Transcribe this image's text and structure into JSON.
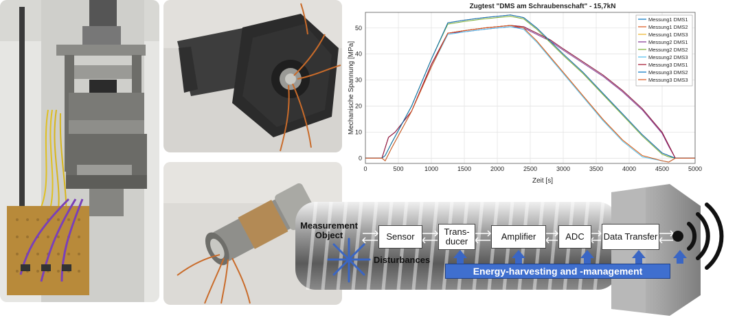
{
  "photos": {
    "test_rig": "test-rig-photo",
    "bolt_head": "bolt-head-photo",
    "sensor_sleeve": "sensor-sleeve-photo"
  },
  "chart_data": {
    "type": "line",
    "title": "Zugtest \"DMS am Schraubenschaft\" - 15,7kN",
    "xlabel": "Zeit [s]",
    "ylabel": "Mechanische Spannung [MPa]",
    "xlim": [
      0,
      5000
    ],
    "ylim": [
      -2,
      56
    ],
    "xticks": [
      0,
      500,
      1000,
      1500,
      2000,
      2500,
      3000,
      3500,
      4000,
      4500,
      5000
    ],
    "yticks": [
      0,
      10,
      20,
      30,
      40,
      50
    ],
    "grid": true,
    "legend_position": "top-right",
    "series": [
      {
        "name": "Messung1 DMS1",
        "color": "#0072bd",
        "x": [
          0,
          250,
          300,
          350,
          450,
          700,
          1000,
          1250,
          1500,
          1800,
          2000,
          2200,
          2400,
          2600,
          2800,
          3000,
          3300,
          3600,
          3900,
          4200,
          4500,
          4600,
          4700,
          5000
        ],
        "y": [
          0,
          0,
          4,
          8,
          10,
          18,
          36,
          48,
          49,
          50,
          50.5,
          51,
          50.5,
          48,
          45.5,
          42,
          37,
          32,
          26,
          19,
          10,
          5,
          0,
          0
        ]
      },
      {
        "name": "Messung1 DMS2",
        "color": "#d95319",
        "x": [
          0,
          250,
          300,
          400,
          700,
          1000,
          1250,
          1500,
          1800,
          2000,
          2200,
          2400,
          2600,
          2800,
          3000,
          3300,
          3600,
          3900,
          4200,
          4500,
          4600,
          4700,
          5000
        ],
        "y": [
          0,
          0,
          1,
          6,
          20,
          38,
          52,
          53,
          54,
          54.5,
          55,
          54,
          50,
          45,
          40,
          33,
          25,
          17,
          9,
          2,
          1,
          0,
          0
        ]
      },
      {
        "name": "Messung1 DMS3",
        "color": "#edb120",
        "x": [
          0,
          250,
          300,
          400,
          700,
          1000,
          1250,
          1500,
          1800,
          2000,
          2200,
          2400,
          2600,
          2800,
          3000,
          3300,
          3600,
          3900,
          4200,
          4500,
          4600,
          4700,
          5000
        ],
        "y": [
          0,
          0,
          -1,
          4,
          18,
          35,
          48,
          49,
          50,
          50.5,
          51,
          50,
          45,
          39,
          33,
          24,
          15,
          7,
          1,
          -1,
          -1.5,
          0,
          0
        ]
      },
      {
        "name": "Messung2 DMS1",
        "color": "#7e2f8e",
        "x": [
          0,
          250,
          300,
          350,
          450,
          700,
          1000,
          1250,
          1500,
          1800,
          2000,
          2200,
          2400,
          2600,
          2800,
          3000,
          3300,
          3600,
          3900,
          4200,
          4500,
          4600,
          4700,
          5000
        ],
        "y": [
          0,
          0,
          4,
          8,
          10,
          18,
          36,
          48,
          48.5,
          49.5,
          50,
          50.5,
          50,
          47.5,
          45,
          41.5,
          36.5,
          31.5,
          25.5,
          18.5,
          9.5,
          4.5,
          0,
          0
        ]
      },
      {
        "name": "Messung2 DMS2",
        "color": "#77ac30",
        "x": [
          0,
          250,
          300,
          400,
          700,
          1000,
          1250,
          1500,
          1800,
          2000,
          2200,
          2400,
          2600,
          2800,
          3000,
          3300,
          3600,
          3900,
          4200,
          4500,
          4600,
          4700,
          5000
        ],
        "y": [
          0,
          0,
          1,
          6,
          20,
          38,
          51.5,
          52.5,
          53.5,
          54,
          54.5,
          53.5,
          49.5,
          44.5,
          39.5,
          32.5,
          24.5,
          16.5,
          8.5,
          1.5,
          0.5,
          0,
          0
        ]
      },
      {
        "name": "Messung2 DMS3",
        "color": "#4dbeee",
        "x": [
          0,
          250,
          300,
          400,
          700,
          1000,
          1250,
          1500,
          1800,
          2000,
          2200,
          2400,
          2600,
          2800,
          3000,
          3300,
          3600,
          3900,
          4200,
          4500,
          4600,
          4700,
          5000
        ],
        "y": [
          0,
          0,
          -1,
          4,
          18,
          35,
          47.5,
          48.5,
          49.5,
          50,
          50.5,
          49.5,
          44.5,
          38.5,
          32.5,
          23.5,
          14.5,
          6.5,
          0.5,
          -1,
          -1.5,
          0,
          0
        ]
      },
      {
        "name": "Messung3 DMS1",
        "color": "#a2142f",
        "x": [
          0,
          250,
          300,
          350,
          450,
          700,
          1000,
          1250,
          1500,
          1800,
          2000,
          2200,
          2400,
          2600,
          2800,
          3000,
          3300,
          3600,
          3900,
          4200,
          4500,
          4600,
          4700,
          5000
        ],
        "y": [
          0,
          0,
          4,
          8,
          10,
          18,
          36,
          48,
          49,
          50,
          50.5,
          51,
          50.5,
          48,
          45.5,
          42,
          37,
          32,
          26,
          19,
          10,
          5,
          0,
          0
        ]
      },
      {
        "name": "Messung3 DMS2",
        "color": "#0072bd",
        "x": [
          0,
          250,
          300,
          400,
          700,
          1000,
          1250,
          1500,
          1800,
          2000,
          2200,
          2400,
          2600,
          2800,
          3000,
          3300,
          3600,
          3900,
          4200,
          4500,
          4600,
          4700,
          5000
        ],
        "y": [
          0,
          0,
          1,
          6,
          20,
          38,
          52,
          53,
          54,
          54.5,
          55,
          54,
          50,
          45,
          40,
          33,
          25,
          17,
          9,
          2,
          1,
          0,
          0
        ]
      },
      {
        "name": "Messung3 DMS3",
        "color": "#d95319",
        "x": [
          0,
          250,
          300,
          400,
          700,
          1000,
          1250,
          1500,
          1800,
          2000,
          2200,
          2400,
          2600,
          2800,
          3000,
          3300,
          3600,
          3900,
          4200,
          4500,
          4600,
          4700,
          5000
        ],
        "y": [
          0,
          0,
          -1,
          4,
          18,
          35,
          48,
          49,
          50,
          50.5,
          51,
          50,
          45,
          39,
          33,
          24,
          15,
          7,
          1,
          -1,
          -1.5,
          0,
          0
        ]
      }
    ]
  },
  "diagram": {
    "measurement_object": "Measurement Object",
    "sensor": "Sensor",
    "transducer": "Trans-ducer",
    "amplifier": "Amplifier",
    "adc": "ADC",
    "data_transfer": "Data Transfer",
    "disturbances": "Disturbances",
    "energy": "Energy-harvesting and -management",
    "colors": {
      "energy_bar": "#3f6fcf",
      "arrow_blue": "#3a66c4"
    },
    "icons": {
      "wireless": "wireless-signal-icon",
      "disturbance": "disturbance-star-icon"
    }
  }
}
